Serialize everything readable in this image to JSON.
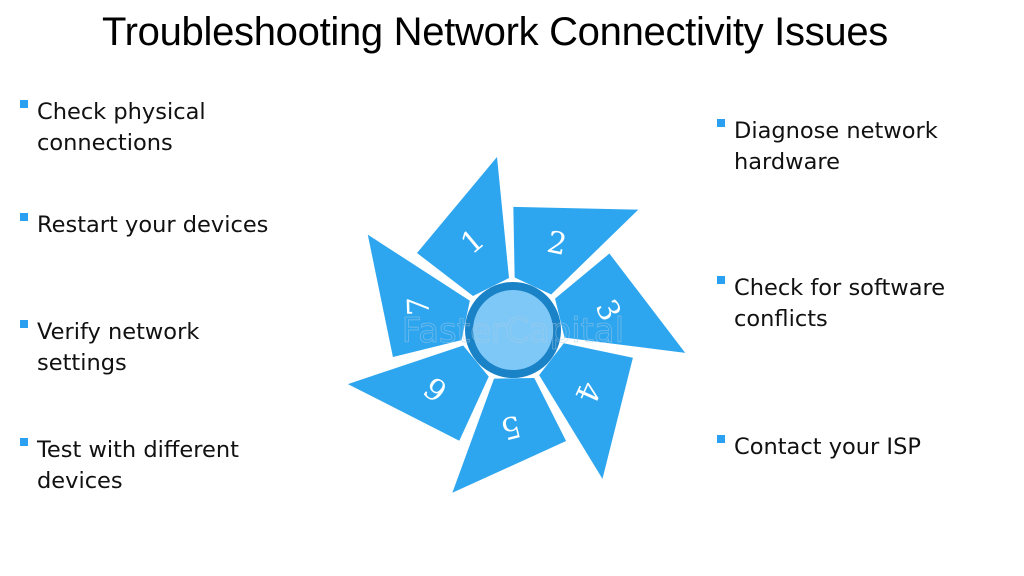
{
  "title": "Troubleshooting Network Connectivity Issues",
  "colors": {
    "blade": "#2ea6ef",
    "ring": "#1a82c6",
    "hub": "#7ec8f8",
    "bullet": "#2b9ff0",
    "watermark": "#a9cbe4"
  },
  "left_items": [
    {
      "text": "Check physical\nconnections"
    },
    {
      "text": "Restart your devices"
    },
    {
      "text": "Verify network\nsettings"
    },
    {
      "text": "Test with different\ndevices"
    }
  ],
  "right_items": [
    {
      "text": "Diagnose network\nhardware"
    },
    {
      "text": "Check for software\nconflicts"
    },
    {
      "text": "Contact your ISP"
    }
  ],
  "pinwheel": {
    "blades": [
      {
        "label": "1"
      },
      {
        "label": "2"
      },
      {
        "label": "3"
      },
      {
        "label": "4"
      },
      {
        "label": "5"
      },
      {
        "label": "6"
      },
      {
        "label": "7"
      }
    ],
    "watermark": "FasterCapital"
  }
}
